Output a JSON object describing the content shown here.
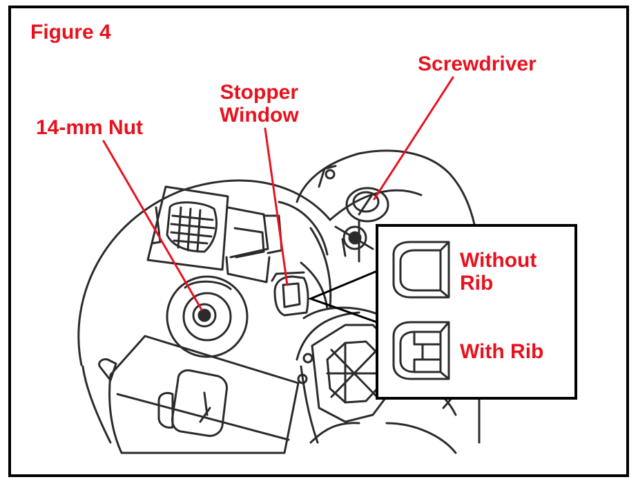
{
  "figure": {
    "title": "Figure 4",
    "labels": {
      "nut": "14-mm Nut",
      "stopper_line1": "Stopper",
      "stopper_line2": "Window",
      "screwdriver": "Screwdriver",
      "without_rib_line1": "Without",
      "without_rib_line2": "Rib",
      "with_rib": "With Rib"
    }
  },
  "colors": {
    "label_red": "#e8121e",
    "line_art": "#2b2b2b",
    "frame": "#000000",
    "background": "#ffffff"
  }
}
